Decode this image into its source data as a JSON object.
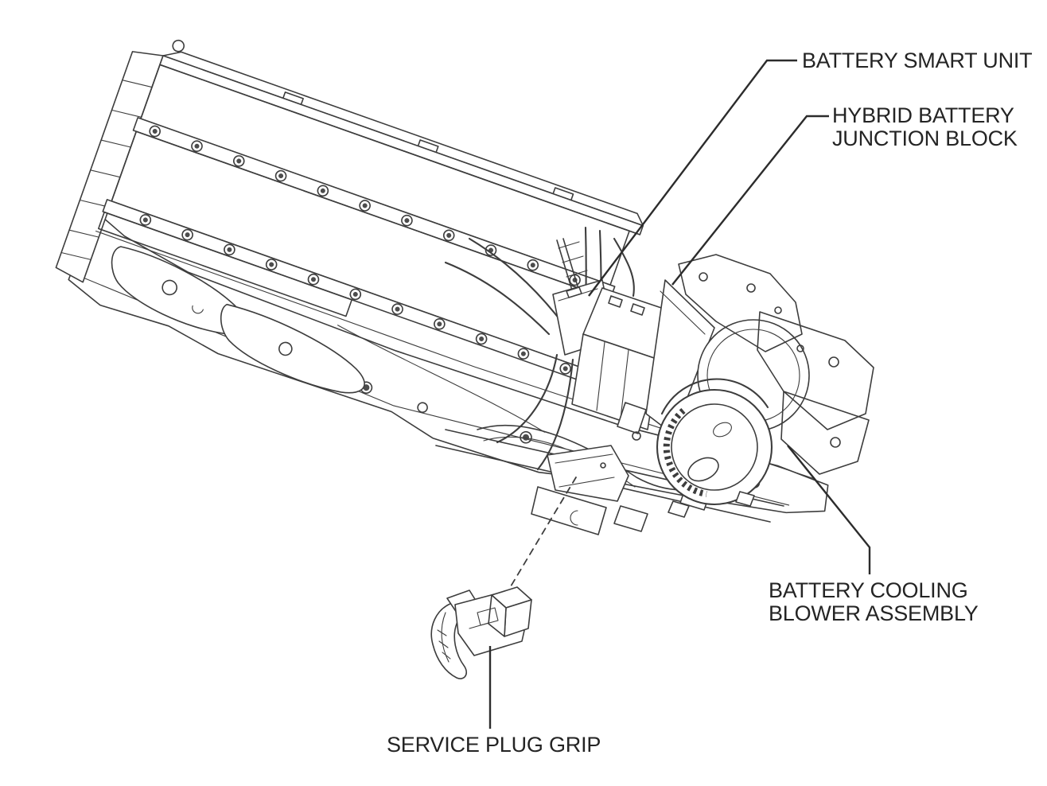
{
  "callouts": [
    {
      "id": "battery-smart-unit",
      "lines": [
        "BATTERY SMART UNIT"
      ]
    },
    {
      "id": "hybrid-battery-junction-block",
      "lines": [
        "HYBRID BATTERY",
        "JUNCTION BLOCK"
      ]
    },
    {
      "id": "battery-cooling-blower",
      "lines": [
        "BATTERY COOLING",
        "BLOWER ASSEMBLY"
      ]
    },
    {
      "id": "service-plug-grip",
      "lines": [
        "SERVICE PLUG GRIP"
      ]
    }
  ],
  "colors": {
    "background": "#ffffff",
    "line_art": "#3d3d3d",
    "leader_line": "#2c2c2c",
    "label_text": "#242424"
  }
}
